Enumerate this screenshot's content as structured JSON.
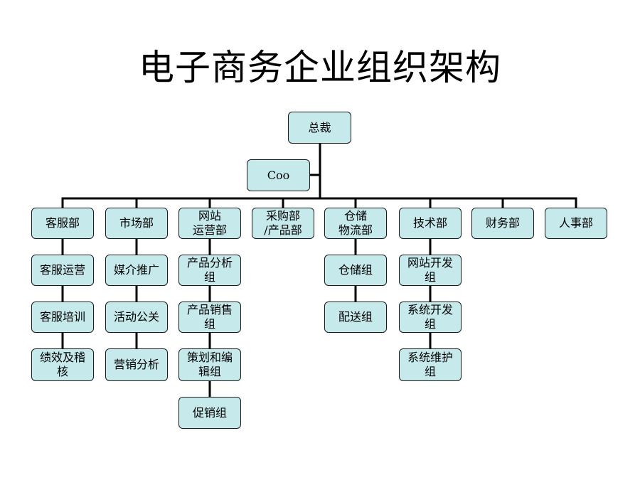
{
  "title": "电子商务企业组织架构",
  "colors": {
    "node_fill": "#c6e9ec",
    "node_border": "#1a1a1a",
    "connector": "#000000"
  },
  "nodes": {
    "ceo": "总裁",
    "coo": "Coo",
    "departments": [
      {
        "label": "客服部",
        "children": [
          "客服运营",
          "客服培训",
          "绩效及稽\n核"
        ]
      },
      {
        "label": "市场部",
        "children": [
          "媒介推广",
          "活动公关",
          "营销分析"
        ]
      },
      {
        "label": "网站\n运营部",
        "children": [
          "产品分析\n组",
          "产品销售\n组",
          "策划和编\n辑组",
          "促销组"
        ]
      },
      {
        "label": "采购部\n/产品部",
        "children": []
      },
      {
        "label": "仓储\n物流部",
        "children": [
          "仓储组",
          "配送组"
        ]
      },
      {
        "label": "技术部",
        "children": [
          "网站开发\n组",
          "系统开发\n组",
          "系统维护\n组"
        ]
      },
      {
        "label": "财务部",
        "children": []
      },
      {
        "label": "人事部",
        "children": []
      }
    ]
  }
}
